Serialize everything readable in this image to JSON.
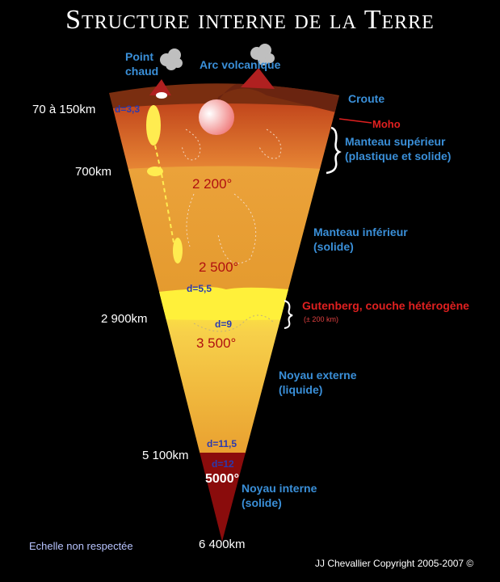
{
  "title": "Structure interne de la Terre",
  "labels": {
    "point_chaud": "Point chaud",
    "arc_volcanique": "Arc volcanique",
    "croute": "Croute",
    "moho": "Moho",
    "manteau_superieur": "Manteau supérieur (plastique et solide)",
    "manteau_inferieur": "Manteau inférieur (solide)",
    "gutenberg": "Gutenberg, couche hétérogène",
    "gutenberg_note": "(± 200 km)",
    "noyau_externe": "Noyau externe (liquide)",
    "noyau_interne": "Noyau interne (solide)"
  },
  "depths": {
    "d1": "70 à 150km",
    "d2": "700km",
    "d3": "2 900km",
    "d4": "5 100km",
    "d5": "6 400km"
  },
  "temperatures": {
    "t1": "2 200°",
    "t2": "2 500°",
    "t3": "3 500°",
    "t4": "5000°"
  },
  "densities": {
    "d1": "d=3,3",
    "d2": "d=5,5",
    "d3": "d=9",
    "d4": "d=11,5",
    "d5": "d=12"
  },
  "scale_note": "Echelle non respectée",
  "copyright": "JJ Chevallier Copyright 2005-2007 ©",
  "colors": {
    "crust": "#7a2e10",
    "upper_mantle": "#d56a2a",
    "lower_mantle": "#e8a23a",
    "gutenberg": "#fff03a",
    "outer_core": "#f2c04a",
    "inner_core": "#8a0c0c"
  }
}
